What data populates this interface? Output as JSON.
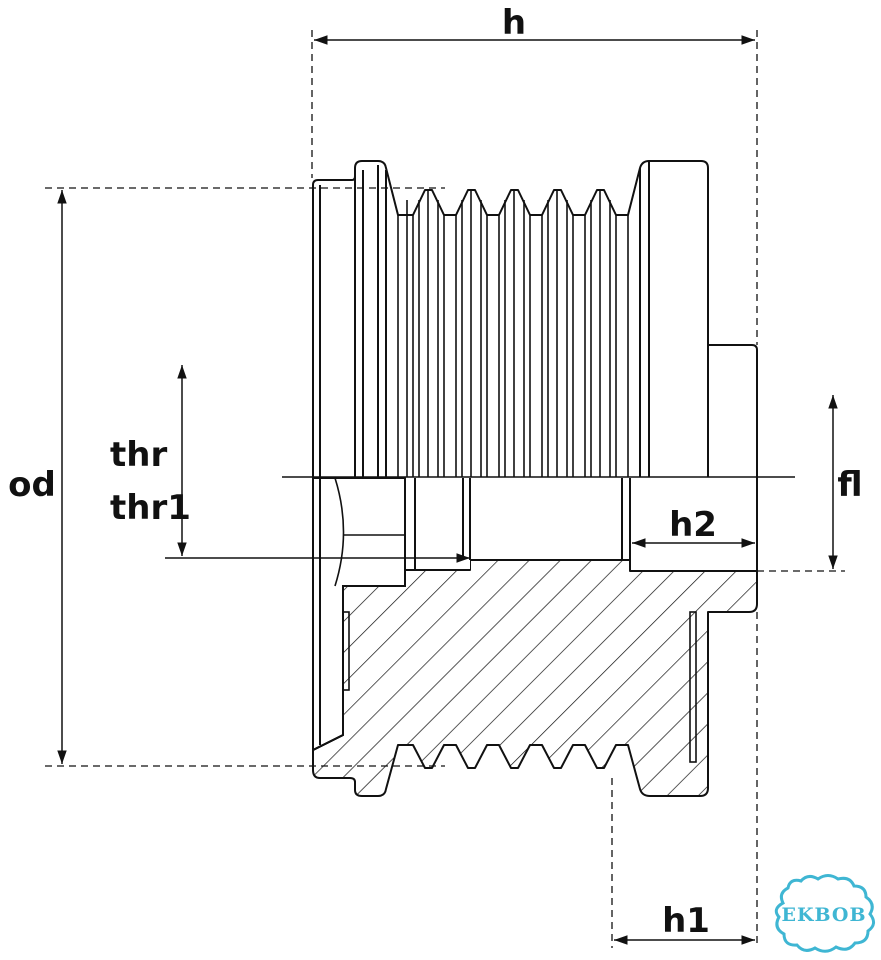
{
  "labels": {
    "h": "h",
    "h1": "h1",
    "h2": "h2",
    "od": "od",
    "thr": "thr",
    "thr1": "thr1",
    "fl": "fl"
  },
  "watermark": {
    "text": "EKBOB",
    "color": "#3fb6d3"
  },
  "colors": {
    "line": "#111111",
    "background": "#ffffff"
  }
}
